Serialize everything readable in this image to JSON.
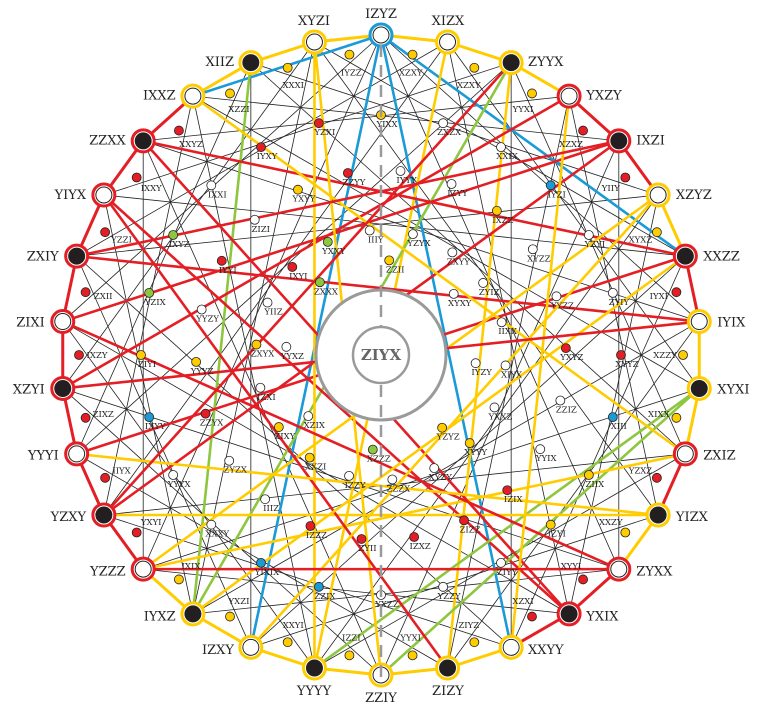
{
  "center": {
    "label": "ZIYX"
  },
  "colors": {
    "red": "#e31e24",
    "yellow": "#ffcc00",
    "blue": "#1a9ad6",
    "green": "#8dc63f",
    "black": "#231f20",
    "gray": "#9a9a9a"
  },
  "outer_nodes": [
    {
      "label": "IZYZ",
      "style": "white-blue"
    },
    {
      "label": "XIZX",
      "style": "white-yellow"
    },
    {
      "label": "ZYYX",
      "style": "black-yellow"
    },
    {
      "label": "YXZY",
      "style": "white-red"
    },
    {
      "label": "IXZI",
      "style": "black-red"
    },
    {
      "label": "XZYZ",
      "style": "white-yellow"
    },
    {
      "label": "XXZZ",
      "style": "black-red"
    },
    {
      "label": "IYIX",
      "style": "white-yellow"
    },
    {
      "label": "XYXI",
      "style": "black-yellow"
    },
    {
      "label": "ZXIZ",
      "style": "white-red"
    },
    {
      "label": "YIZX",
      "style": "black-yellow"
    },
    {
      "label": "ZYXX",
      "style": "white-red"
    },
    {
      "label": "YXIX",
      "style": "black-red"
    },
    {
      "label": "XXYY",
      "style": "white-yellow"
    },
    {
      "label": "ZIZY",
      "style": "black-yellow"
    },
    {
      "label": "ZZIY",
      "style": "white-yellow"
    },
    {
      "label": "YYYY",
      "style": "black-yellow"
    },
    {
      "label": "IZXY",
      "style": "white-yellow"
    },
    {
      "label": "IYXZ",
      "style": "black-yellow"
    },
    {
      "label": "YZZZ",
      "style": "white-red"
    },
    {
      "label": "YZXY",
      "style": "black-red"
    },
    {
      "label": "YYYI",
      "style": "white-red"
    },
    {
      "label": "XZYI",
      "style": "black-red"
    },
    {
      "label": "ZIXI",
      "style": "white-red"
    },
    {
      "label": "ZXIY",
      "style": "black-red"
    },
    {
      "label": "YIYX",
      "style": "white-red"
    },
    {
      "label": "ZZXX",
      "style": "black-red"
    },
    {
      "label": "IXXZ",
      "style": "white-yellow"
    },
    {
      "label": "XIIZ",
      "style": "black-yellow"
    },
    {
      "label": "XYZI",
      "style": "white-yellow"
    }
  ],
  "ring_nodes": [
    "XZXY",
    "XZXY",
    "YYXI",
    "XZXZ",
    "YIIY",
    "XYXZ",
    "IYXI",
    "XZZY",
    "XIXX",
    "YZXZ",
    "XXZY",
    "XYYI",
    "XZXI",
    "ZIYZ",
    "YYXI",
    "IZZI",
    "XXYI",
    "YXZI",
    "IXIX",
    "YXYI",
    "IIYX",
    "ZIXZ",
    "IXZY",
    "ZXII",
    "YZZI",
    "IXXY",
    "XXYZ",
    "XZZI",
    "XXXI",
    "IYZZ"
  ],
  "inner_nodes": [
    {
      "label": "YIXX",
      "color": "yellow"
    },
    {
      "label": "ZXZX",
      "color": "white"
    },
    {
      "label": "XXIX",
      "color": "white"
    },
    {
      "label": "IYZI",
      "color": "blue"
    },
    {
      "label": "YZYI",
      "color": "white"
    },
    {
      "label": "ZYIY",
      "color": "white"
    },
    {
      "label": "XYYZ",
      "color": "red"
    },
    {
      "label": "XIII",
      "color": "blue"
    },
    {
      "label": "ZIIX",
      "color": "yellow"
    },
    {
      "label": "IZYI",
      "color": "yellow"
    },
    {
      "label": "ZIYY",
      "color": "white"
    },
    {
      "label": "YZZY",
      "color": "white"
    },
    {
      "label": "YXZZ",
      "color": "white"
    },
    {
      "label": "ZZIX",
      "color": "blue"
    },
    {
      "label": "YIXIX",
      "color": "blue"
    },
    {
      "label": "XXXY",
      "color": "white"
    },
    {
      "label": "YYYX",
      "color": "white"
    },
    {
      "label": "IXYY",
      "color": "blue"
    },
    {
      "label": "ZIYI",
      "color": "yellow"
    },
    {
      "label": "YZIX",
      "color": "green"
    },
    {
      "label": "IXYZ",
      "color": "green"
    },
    {
      "label": "IXXI",
      "color": "white"
    },
    {
      "label": "IYXY",
      "color": "red"
    },
    {
      "label": "YZXI",
      "color": "red"
    },
    {
      "label": "IYYY",
      "color": "white"
    },
    {
      "label": "IZYY",
      "color": "white"
    },
    {
      "label": "IXZZ",
      "color": "yellow"
    },
    {
      "label": "XYZZ",
      "color": "white"
    },
    {
      "label": "YYZZ",
      "color": "white"
    },
    {
      "label": "YXYZ",
      "color": "red"
    },
    {
      "label": "ZZIZ",
      "color": "white"
    },
    {
      "label": "YYIX",
      "color": "white"
    },
    {
      "label": "IZIX",
      "color": "red"
    },
    {
      "label": "ZIZZ",
      "color": "red"
    },
    {
      "label": "IZXZ",
      "color": "red"
    },
    {
      "label": "ZYII",
      "color": "red"
    },
    {
      "label": "IZZZ",
      "color": "red"
    },
    {
      "label": "IIIZ",
      "color": "white"
    },
    {
      "label": "ZYZX",
      "color": "white"
    },
    {
      "label": "ZZYX",
      "color": "red"
    },
    {
      "label": "YYYZ",
      "color": "yellow"
    },
    {
      "label": "YYZY",
      "color": "white"
    },
    {
      "label": "IYYI",
      "color": "red"
    },
    {
      "label": "ZIZI",
      "color": "white"
    },
    {
      "label": "YXYY",
      "color": "yellow"
    },
    {
      "label": "ZZYY",
      "color": "red"
    },
    {
      "label": "YZYX",
      "color": "white"
    },
    {
      "label": "ZXYY",
      "color": "white"
    },
    {
      "label": "ZYIZ",
      "color": "white"
    },
    {
      "label": "IIXX",
      "color": "white"
    },
    {
      "label": "XIYX",
      "color": "white"
    },
    {
      "label": "YXXZ",
      "color": "white"
    },
    {
      "label": "XYYY",
      "color": "yellow"
    },
    {
      "label": "XYZY",
      "color": "white"
    },
    {
      "label": "ZZZX",
      "color": "white"
    },
    {
      "label": "IZZY",
      "color": "white"
    },
    {
      "label": "XXZI",
      "color": "yellow"
    },
    {
      "label": "ZIXY",
      "color": "yellow"
    },
    {
      "label": "IZXI",
      "color": "white"
    },
    {
      "label": "ZXYX",
      "color": "yellow"
    },
    {
      "label": "YIIZ",
      "color": "white"
    },
    {
      "label": "IXYI",
      "color": "red"
    },
    {
      "label": "YXXY",
      "color": "green"
    },
    {
      "label": "IIIY",
      "color": "white"
    },
    {
      "label": "XYXY",
      "color": "white"
    },
    {
      "label": "IYZY",
      "color": "white"
    },
    {
      "label": "YZYZ",
      "color": "yellow"
    },
    {
      "label": "XZZZ",
      "color": "green"
    },
    {
      "label": "XZIX",
      "color": "white"
    },
    {
      "label": "YYXZ",
      "color": "white"
    },
    {
      "label": "ZXXX",
      "color": "green"
    },
    {
      "label": "ZZII",
      "color": "yellow"
    }
  ]
}
